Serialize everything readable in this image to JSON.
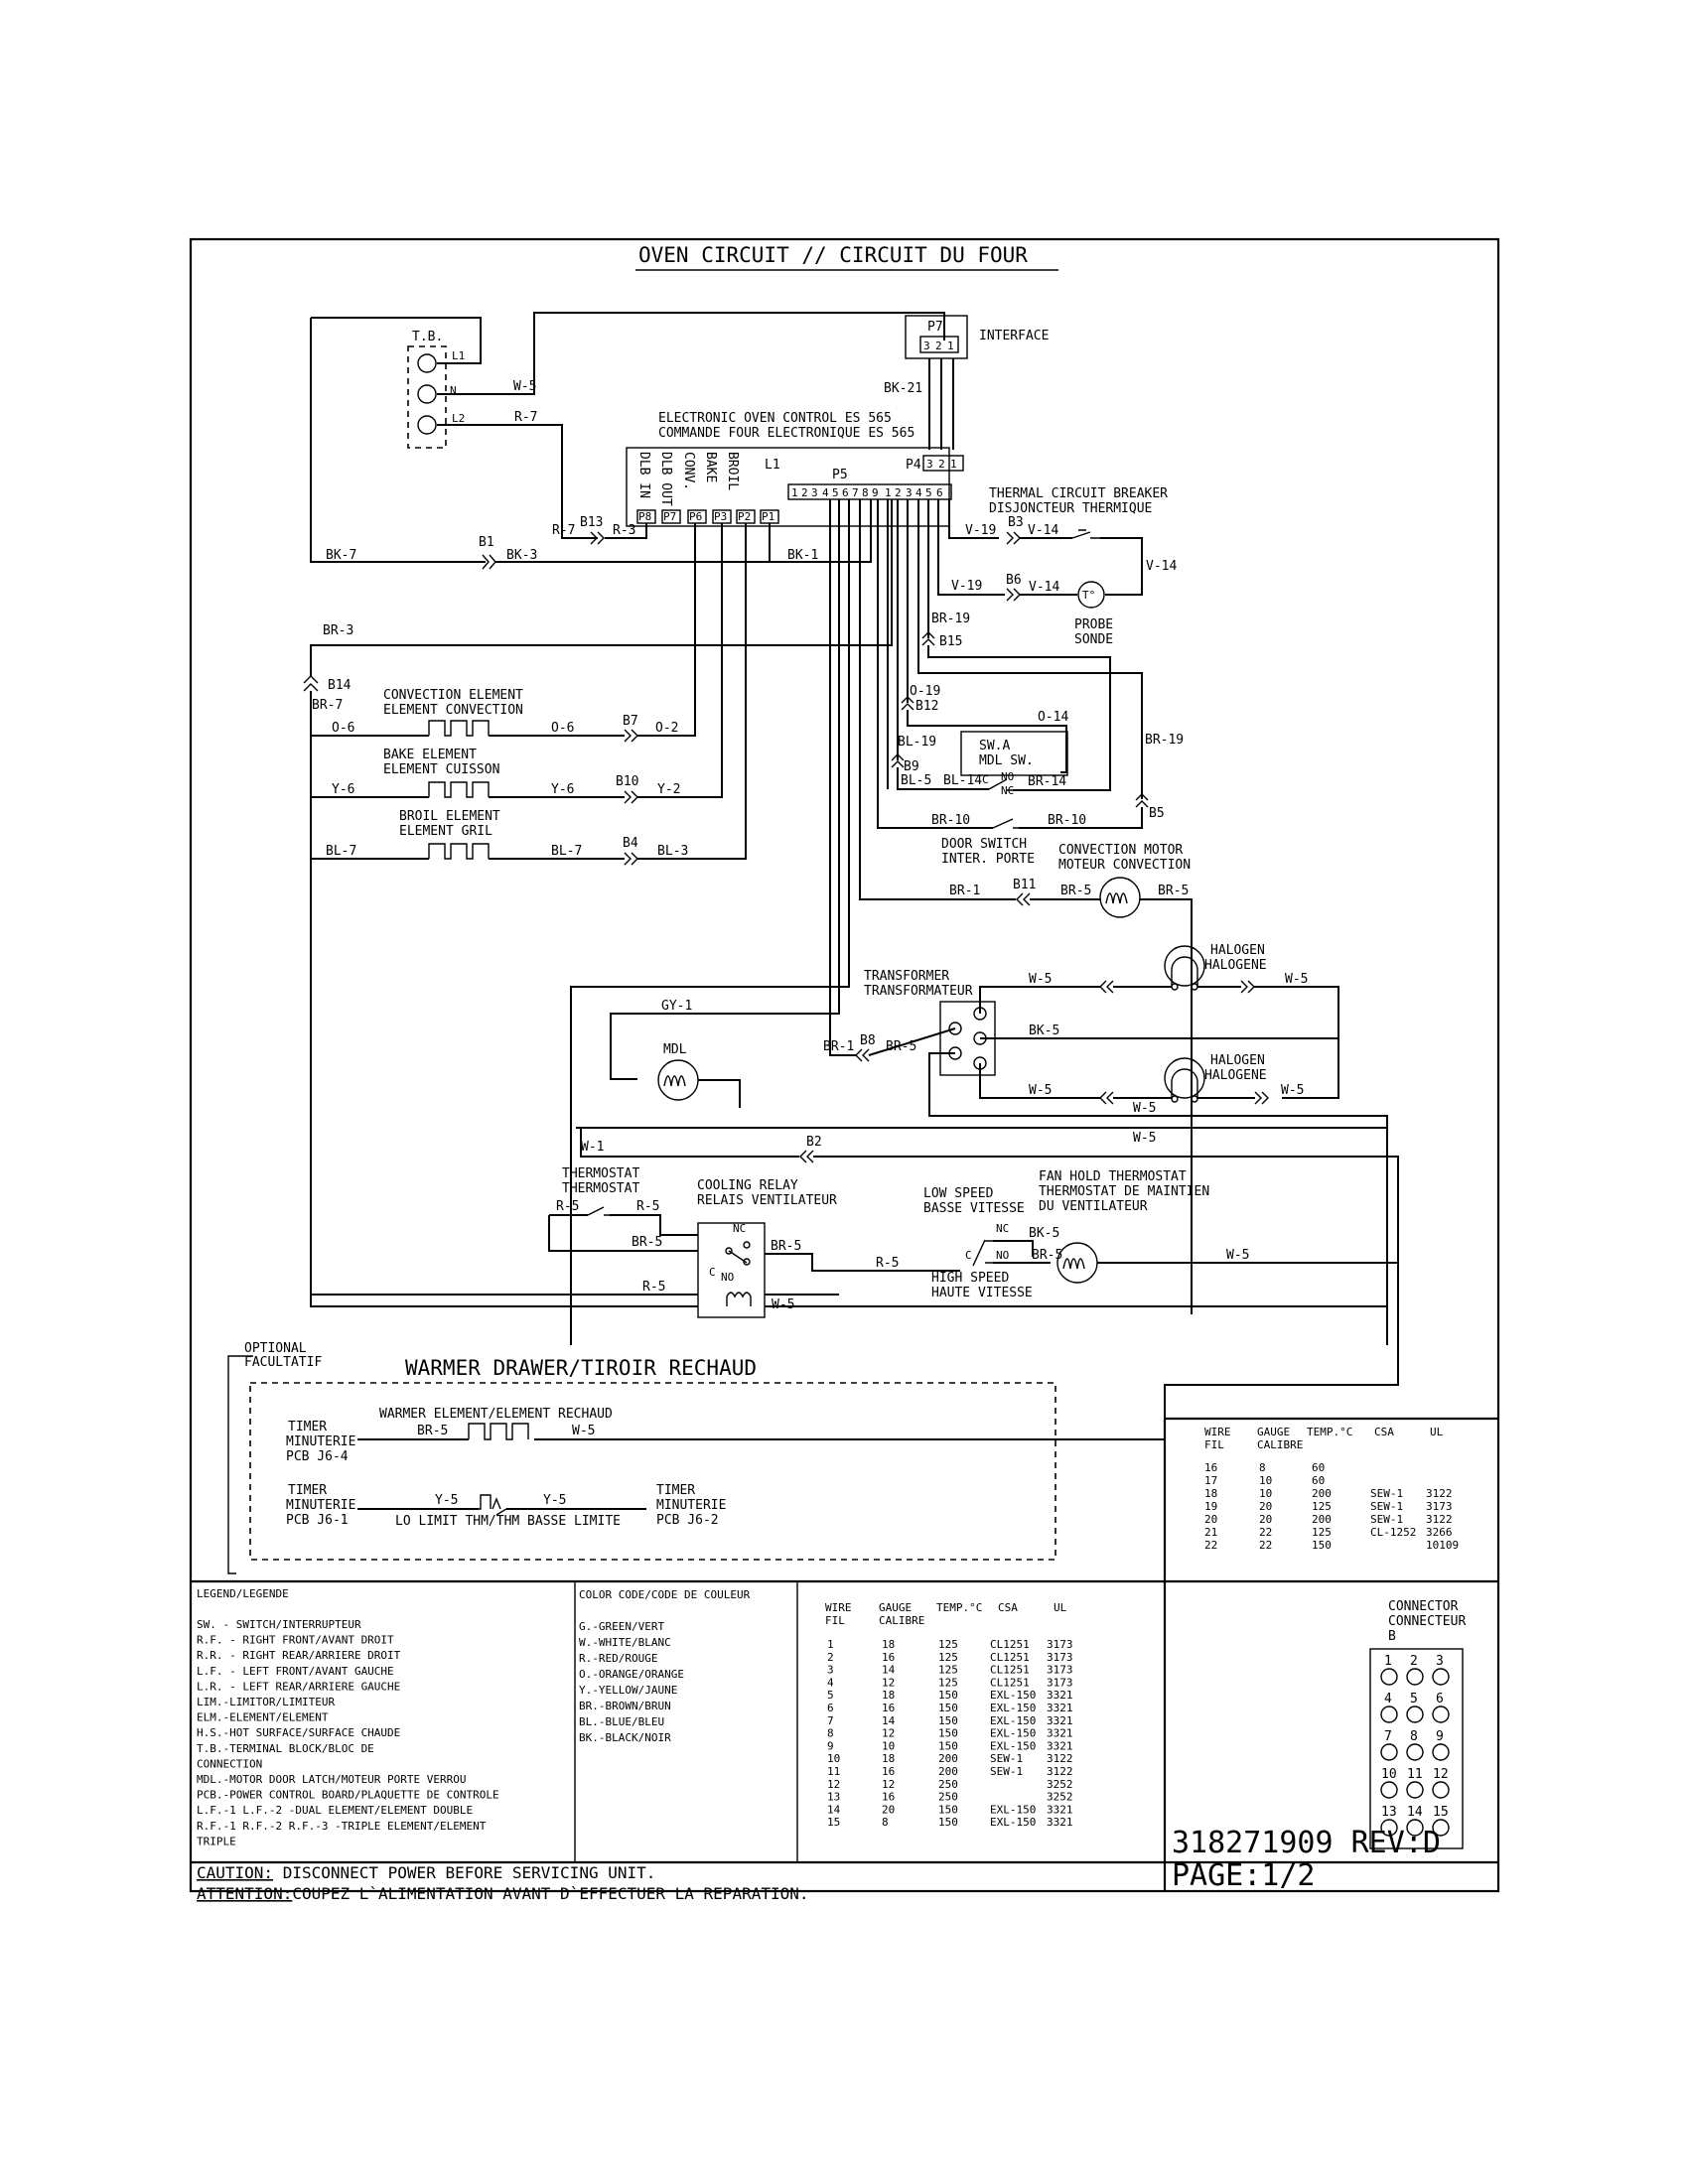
{
  "title": "OVEN CIRCUIT // CIRCUIT DU FOUR",
  "components": {
    "tb": {
      "label": "T.B.",
      "l1": "L1",
      "n": "N",
      "l2": "L2"
    },
    "p7": {
      "label": "P7",
      "pins": [
        "3",
        "2",
        "1"
      ],
      "name": "INTERFACE"
    },
    "eoc": {
      "line1": "ELECTRONIC OVEN CONTROL ES 565",
      "line2": "COMMANDE FOUR ELECTRONIQUE ES 565",
      "outputs": [
        "DLB IN",
        "DLB OUT",
        "CONV.",
        "BAKE",
        "BROIL",
        "L1"
      ],
      "pins": [
        "P8",
        "P7",
        "P6",
        "P3",
        "P2",
        "P1"
      ],
      "p4": "P4",
      "p4_pins": [
        "3",
        "2",
        "1"
      ],
      "p5": "P5",
      "p5_pins": [
        "1",
        "2",
        "3",
        "4",
        "5",
        "6",
        "7",
        "8",
        "9",
        "1",
        "2",
        "3",
        "4",
        "5",
        "6"
      ]
    },
    "tcb": {
      "line1": "THERMAL CIRCUIT BREAKER",
      "line2": "DISJONCTEUR THERMIQUE"
    },
    "probe": {
      "line1": "PROBE",
      "line2": "SONDE",
      "symbol": "T°"
    },
    "convection_element": {
      "line1": "CONVECTION ELEMENT",
      "line2": "ELEMENT CONVECTION"
    },
    "bake_element": {
      "line1": "BAKE ELEMENT",
      "line2": "ELEMENT CUISSON"
    },
    "broil_element": {
      "line1": "BROIL ELEMENT",
      "line2": "ELEMENT GRIL"
    },
    "mdl_switch": {
      "line1": "SW.A",
      "line2": "MDL SW.",
      "c": "C",
      "no": "NO",
      "nc": "NC"
    },
    "door_switch": {
      "line1": "DOOR SWITCH",
      "line2": "INTER. PORTE"
    },
    "conv_motor": {
      "line1": "CONVECTION MOTOR",
      "line2": "MOTEUR CONVECTION"
    },
    "transformer": {
      "line1": "TRANSFORMER",
      "line2": "TRANSFORMATEUR"
    },
    "halogen_top": {
      "line1": "HALOGEN",
      "line2": "HALOGENE"
    },
    "halogen_bottom": {
      "line1": "HALOGEN",
      "line2": "HALOGENE"
    },
    "mdl": {
      "label": "MDL"
    },
    "thermostat": {
      "line1": "THERMOSTAT",
      "line2": "THERMOSTAT"
    },
    "cooling_relay": {
      "line1": "COOLING RELAY",
      "line2": "RELAIS VENTILATEUR",
      "nc": "NC",
      "c": "C",
      "no": "NO"
    },
    "low_speed": {
      "line1": "LOW SPEED",
      "line2": "BASSE VITESSE"
    },
    "high_speed": {
      "line1": "HIGH SPEED",
      "line2": "HAUTE VITESSE"
    },
    "fan_hold": {
      "line1": "FAN HOLD THERMOSTAT",
      "line2": "THERMOSTAT DE MAINTIEN",
      "line3": "DU VENTILATEUR"
    },
    "fan_contacts": {
      "nc": "NC",
      "c": "C",
      "no": "NO"
    }
  },
  "wires": {
    "w5_tb": "W-5",
    "r7_tb": "R-7",
    "bk21": "BK-21",
    "bk7": "BK-7",
    "b1": "B1",
    "bk3": "BK-3",
    "r7_eoc": "R-7",
    "b13": "B13",
    "r3": "R-3",
    "bk1": "BK-1",
    "v19a": "V-19",
    "b3": "B3",
    "v14a": "V-14",
    "v14b": "V-14",
    "v19b": "V-19",
    "b6": "B6",
    "v14c": "V-14",
    "br19a": "BR-19",
    "b15": "B15",
    "br3": "BR-3",
    "b14": "B14",
    "br7": "BR-7",
    "o6a": "O-6",
    "o6b": "O-6",
    "b7": "B7",
    "o2": "O-2",
    "o19": "O-19",
    "b12": "B12",
    "o14": "O-14",
    "br19b": "BR-19",
    "y6a": "Y-6",
    "y6b": "Y-6",
    "b10": "B10",
    "y2": "Y-2",
    "bl19": "BL-19",
    "b9": "B9",
    "bl5": "BL-5",
    "bl14": "BL-14",
    "br14": "BR-14",
    "bl7a": "BL-7",
    "bl7b": "BL-7",
    "b4": "B4",
    "bl3": "BL-3",
    "br10a": "BR-10",
    "br10b": "BR-10",
    "b5": "B5",
    "br1a": "BR-1",
    "b11": "B11",
    "br5a": "BR-5",
    "br5b": "BR-5",
    "w5h1": "W-5",
    "w5h2": "W-5",
    "gy1": "GY-1",
    "bk5": "BK-5",
    "br1b": "BR-1",
    "b8": "B8",
    "br5c": "BR-5",
    "w5h3": "W-5",
    "w5h4": "W-5",
    "w5h5": "W-5",
    "w5h6": "W-5",
    "w1": "W-1",
    "b2": "B2",
    "r5a": "R-5",
    "r5b": "R-5",
    "br5d": "BR-5",
    "br5e": "BR-5",
    "r5c": "R-5",
    "bk5b": "BK-5",
    "br5f": "BR-5",
    "w5f": "W-5",
    "r5d": "R-5",
    "w5g": "W-5"
  },
  "warmer": {
    "optional": "OPTIONAL",
    "facultatif": "FACULTATIF",
    "title": "WARMER DRAWER/TIROIR RECHAUD",
    "element": "WARMER ELEMENT/ELEMENT RECHAUD",
    "timer1": [
      "TIMER",
      "MINUTERIE",
      "PCB J6-4"
    ],
    "timer2": [
      "TIMER",
      "MINUTERIE",
      "PCB J6-1"
    ],
    "timer3": [
      "TIMER",
      "MINUTERIE",
      "PCB J6-2"
    ],
    "br5": "BR-5",
    "w5": "W-5",
    "y5a": "Y-5",
    "y5b": "Y-5",
    "lo_limit": "LO LIMIT THM/THM BASSE LIMITE"
  },
  "wire_table_small": {
    "header": [
      "WIRE",
      "GAUGE",
      "TEMP.°C",
      "CSA",
      "UL"
    ],
    "header2": [
      "FIL",
      "CALIBRE"
    ],
    "rows": [
      [
        "16",
        "8",
        "60",
        "",
        ""
      ],
      [
        "17",
        "10",
        "60",
        "",
        ""
      ],
      [
        "18",
        "10",
        "200",
        "SEW-1",
        "3122"
      ],
      [
        "19",
        "20",
        "125",
        "SEW-1",
        "3173"
      ],
      [
        "20",
        "20",
        "200",
        "SEW-1",
        "3122"
      ],
      [
        "21",
        "22",
        "125",
        "CL-1252",
        "3266"
      ],
      [
        "22",
        "22",
        "150",
        "",
        "10109"
      ]
    ]
  },
  "legend": {
    "title": "LEGEND/LEGENDE",
    "items": [
      "SW.  - SWITCH/INTERRUPTEUR",
      "R.F. - RIGHT FRONT/AVANT DROIT",
      "R.R. - RIGHT REAR/ARRIERE DROIT",
      "L.F. - LEFT FRONT/AVANT GAUCHE",
      "L.R. - LEFT REAR/ARRIERE GAUCHE",
      "LIM.-LIMITOR/LIMITEUR",
      "ELM.-ELEMENT/ELEMENT",
      "H.S.-HOT SURFACE/SURFACE CHAUDE",
      "T.B.-TERMINAL BLOCK/BLOC DE",
      "      CONNECTION",
      "MDL.-MOTOR DOOR LATCH/MOTEUR PORTE VERROU",
      "PCB.-POWER CONTROL BOARD/PLAQUETTE DE CONTROLE",
      "L.F.-1 L.F.-2 -DUAL ELEMENT/ELEMENT  DOUBLE",
      "R.F.-1 R.F.-2 R.F.-3 -TRIPLE ELEMENT/ELEMENT",
      "TRIPLE"
    ]
  },
  "color_code": {
    "title": "COLOR CODE/CODE DE COULEUR",
    "items": [
      "G.-GREEN/VERT",
      "W.-WHITE/BLANC",
      "R.-RED/ROUGE",
      "O.-ORANGE/ORANGE",
      "Y.-YELLOW/JAUNE",
      "BR.-BROWN/BRUN",
      "BL.-BLUE/BLEU",
      "BK.-BLACK/NOIR"
    ]
  },
  "wire_table": {
    "header": [
      "WIRE",
      "GAUGE",
      "TEMP.°C",
      "CSA",
      "UL"
    ],
    "header2": [
      "FIL",
      "CALIBRE"
    ],
    "rows": [
      [
        "1",
        "18",
        "125",
        "CL1251",
        "3173"
      ],
      [
        "2",
        "16",
        "125",
        "CL1251",
        "3173"
      ],
      [
        "3",
        "14",
        "125",
        "CL1251",
        "3173"
      ],
      [
        "4",
        "12",
        "125",
        "CL1251",
        "3173"
      ],
      [
        "5",
        "18",
        "150",
        "EXL-150",
        "3321"
      ],
      [
        "6",
        "16",
        "150",
        "EXL-150",
        "3321"
      ],
      [
        "7",
        "14",
        "150",
        "EXL-150",
        "3321"
      ],
      [
        "8",
        "12",
        "150",
        "EXL-150",
        "3321"
      ],
      [
        "9",
        "10",
        "150",
        "EXL-150",
        "3321"
      ],
      [
        "10",
        "18",
        "200",
        "SEW-1",
        "3122"
      ],
      [
        "11",
        "16",
        "200",
        "SEW-1",
        "3122"
      ],
      [
        "12",
        "12",
        "250",
        "",
        "3252"
      ],
      [
        "13",
        "16",
        "250",
        "",
        "3252"
      ],
      [
        "14",
        "20",
        "150",
        "EXL-150",
        "3321"
      ],
      [
        "15",
        "8",
        "150",
        "EXL-150",
        "3321"
      ]
    ]
  },
  "connector": {
    "line1": "CONNECTOR",
    "line2": "CONNECTEUR",
    "line3": "B",
    "pins": [
      "1",
      "2",
      "3",
      "4",
      "5",
      "6",
      "7",
      "8",
      "9",
      "10",
      "11",
      "12",
      "13",
      "14",
      "15"
    ]
  },
  "caution": {
    "label1": "CAUTION:",
    "text1": " DISCONNECT POWER BEFORE SERVICING UNIT.",
    "label2": "ATTENTION:",
    "text2": "COUPEZ L`ALIMENTATION AVANT D`EFFECTUER LA REPARATION."
  },
  "part": {
    "number": "318271909 REV:D",
    "page": "PAGE:1/2"
  }
}
